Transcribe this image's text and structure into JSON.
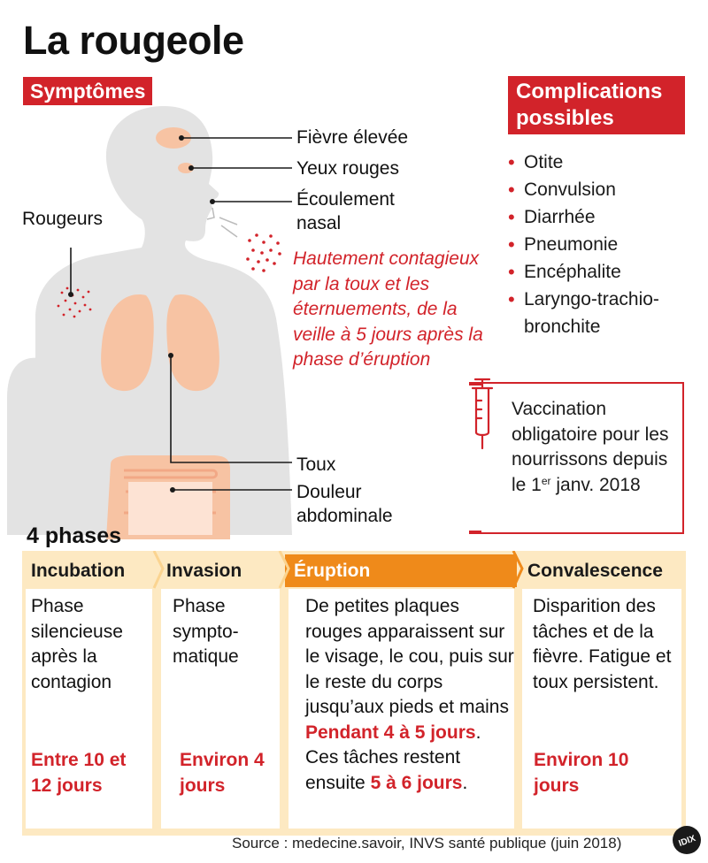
{
  "title": "La rougeole",
  "symptoms_section": {
    "tag": "Symptômes",
    "labels": {
      "fever": "Fièvre élevée",
      "eyes": "Yeux rouges",
      "nasal": "Écoulement nasal",
      "redness": "Rougeurs",
      "cough": "Toux",
      "abdominal": "Douleur abdominale"
    },
    "contagion_note": "Hautement contagieux par la toux et les éternuements, de la veille à 5 jours après la phase d’éruption"
  },
  "complications": {
    "title": "Complications possibles",
    "items": [
      "Otite",
      "Convulsion",
      "Diarrhée",
      "Pneumonie",
      "Encéphalite",
      "Laryngo-trachio-bronchite"
    ]
  },
  "vaccination": {
    "text_before": "Vaccination obligatoire pour les nourrissons depuis le 1",
    "superscript": "er",
    "text_after": " janv. 2018"
  },
  "phases": {
    "title": "4 phases",
    "items": [
      {
        "name": "Incubation",
        "description": "Phase silencieuse après la contagion",
        "duration": "Entre 10 et 12 jours"
      },
      {
        "name": "Invasion",
        "description": "Phase sympto-matique",
        "duration": "Environ 4 jours"
      },
      {
        "name": "Éruption",
        "description": "De petites plaques rouges apparaissent sur le visage, le cou, puis sur le reste du corps jusqu’aux pieds et mains",
        "duration_prefix": "Pendant 4 à 5 jours",
        "duration_mid": "Ces tâches restent ensuite ",
        "duration_suffix": "5 à 6 jours"
      },
      {
        "name": "Convalescence",
        "description": "Disparition des tâches et de la fièvre. Fatigue et toux persistent.",
        "duration": "Environ 10 jours"
      }
    ]
  },
  "source": "Source : medecine.savoir, INVS santé publique (juin 2018)",
  "logo_text": "IDIX",
  "colors": {
    "accent_red": "#d2232a",
    "orange": "#ef8a1a",
    "organ": "#f7c3a3",
    "body": "#e3e3e3",
    "phase_bg": "#fde9c2"
  }
}
